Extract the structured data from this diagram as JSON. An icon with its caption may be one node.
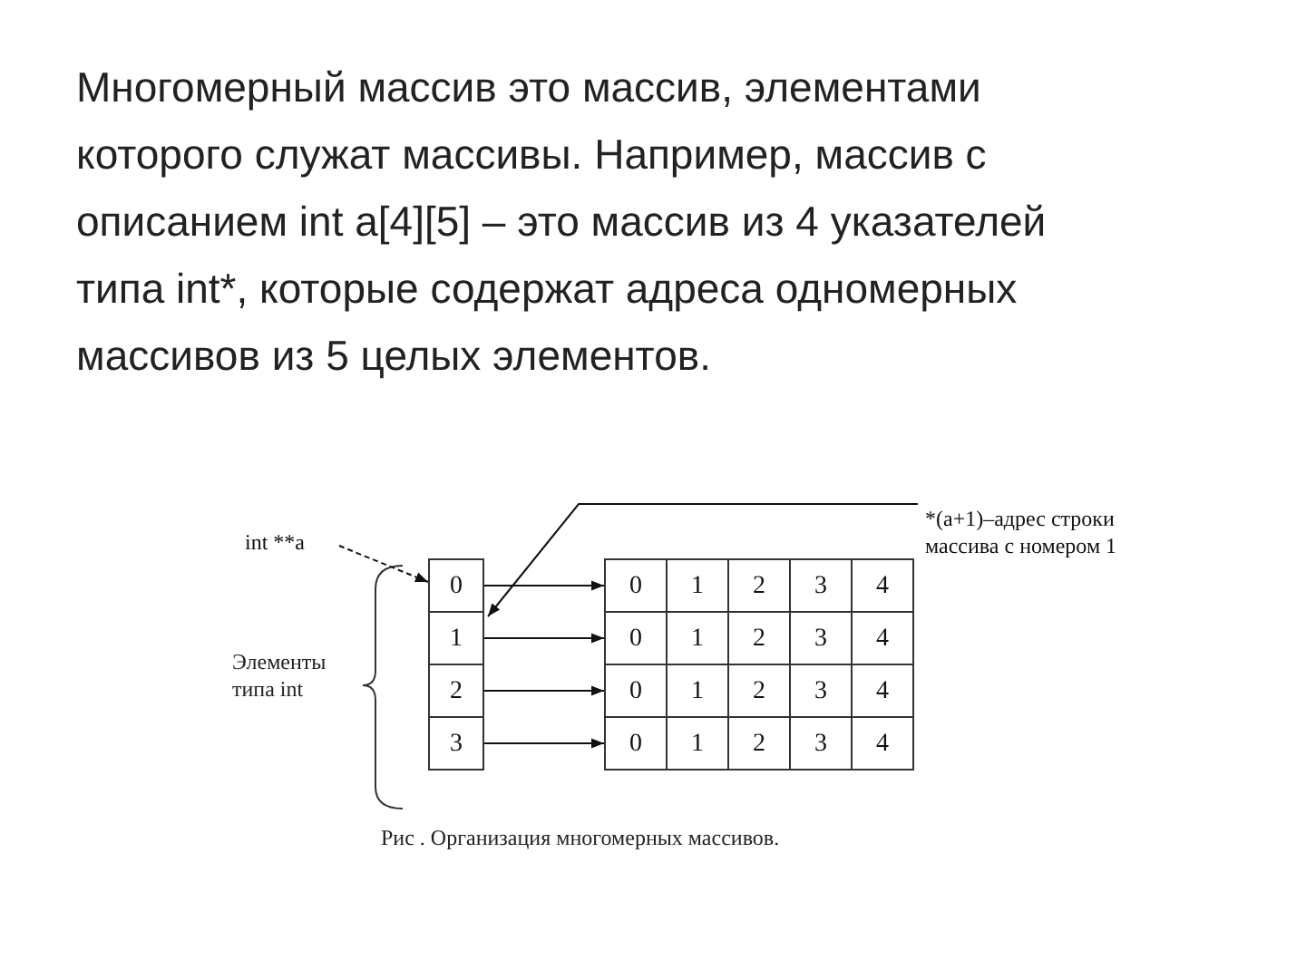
{
  "diagram": {
    "title": "Многомерный массив это массив, элементами которого служат массивы. Например, массив с описанием int a[4][5] – это массив из 4 указателей типа int*, которые содержат адреса одномерных массивов из 5 целых элементов.",
    "caption": "Рис . Организация многомерных массивов.",
    "nodes": [
      {
        "text": [
          "int **a"
        ]
      },
      {
        "text": [
          "*(a+1)–адрес строки массива с номером 1"
        ]
      },
      {
        "text": [
          "0"
        ]
      },
      {
        "text": [
          "1"
        ]
      },
      {
        "text": [
          "2"
        ]
      },
      {
        "text": [
          "3"
        ]
      },
      {
        "text": [
          "0"
        ]
      },
      {
        "text": [
          "1"
        ]
      },
      {
        "text": [
          "2"
        ]
      },
      {
        "text": [
          "3"
        ]
      },
      {
        "text": [
          "4"
        ]
      },
      {
        "text": [
          "0"
        ]
      },
      {
        "text": [
          "1"
        ]
      },
      {
        "text": [
          "2"
        ]
      },
      {
        "text": [
          "3"
        ]
      },
      {
        "text": [
          "4"
        ]
      },
      {
        "text": [
          "0"
        ]
      },
      {
        "text": [
          "1"
        ]
      },
      {
        "text": [
          "2"
        ]
      },
      {
        "text": [
          "3"
        ]
      },
      {
        "text": [
          "4"
        ]
      },
      {
        "text": [
          "0"
        ]
      },
      {
        "text": [
          "1"
        ]
      },
      {
        "text": [
          "2"
        ]
      },
      {
        "text": [
          "3"
        ]
      },
      {
        "text": [
          "4"
        ]
      }
    ],
    "edges": [
      {
        "from": 0,
        "to": 2,
        "arrow": "to",
        "style": "dashed"
      },
      {
        "from": 1,
        "to": 3,
        "arrow": "to"
      },
      {
        "from": 2,
        "to": 6,
        "arrow": "to"
      },
      {
        "from": 3,
        "to": 11,
        "arrow": "to"
      },
      {
        "from": 4,
        "to": 16,
        "arrow": "to"
      },
      {
        "from": 5,
        "to": 21,
        "arrow": "to"
      }
    ],
    "labels": [
      "Элементы типа int"
    ]
  }
}
